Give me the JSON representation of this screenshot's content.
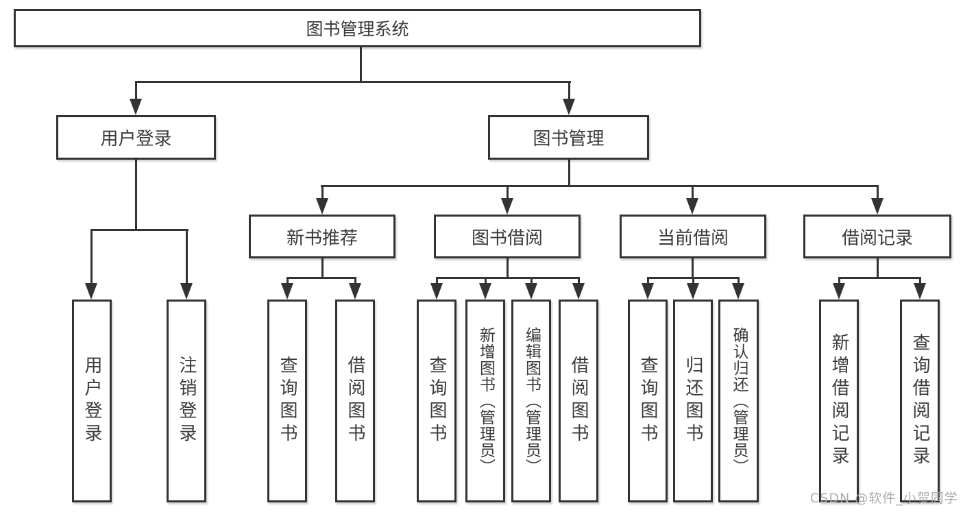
{
  "tree": {
    "label": "图书管理系统",
    "children": [
      {
        "label": "用户登录",
        "children": [
          {
            "label": "用户登录"
          },
          {
            "label": "注销登录"
          }
        ]
      },
      {
        "label": "图书管理",
        "children": [
          {
            "label": "新书推荐",
            "children": [
              {
                "label": "查询图书"
              },
              {
                "label": "借阅图书"
              }
            ]
          },
          {
            "label": "图书借阅",
            "children": [
              {
                "label": "查询图书"
              },
              {
                "label": "新增图书（管理员）"
              },
              {
                "label": "编辑图书（管理员）"
              },
              {
                "label": "借阅图书"
              }
            ]
          },
          {
            "label": "当前借阅",
            "children": [
              {
                "label": "查询图书"
              },
              {
                "label": "归还图书"
              },
              {
                "label": "确认归还（管理员）"
              }
            ]
          },
          {
            "label": "借阅记录",
            "children": [
              {
                "label": "新增借阅记录"
              },
              {
                "label": "查询借阅记录"
              }
            ]
          }
        ]
      }
    ]
  },
  "watermark": {
    "text": "CSDN @软件_小贺同学"
  },
  "colors": {
    "line": "#333333",
    "text": "#3a3a3a",
    "background": "#ffffff",
    "watermark": "#a8a8ad"
  }
}
